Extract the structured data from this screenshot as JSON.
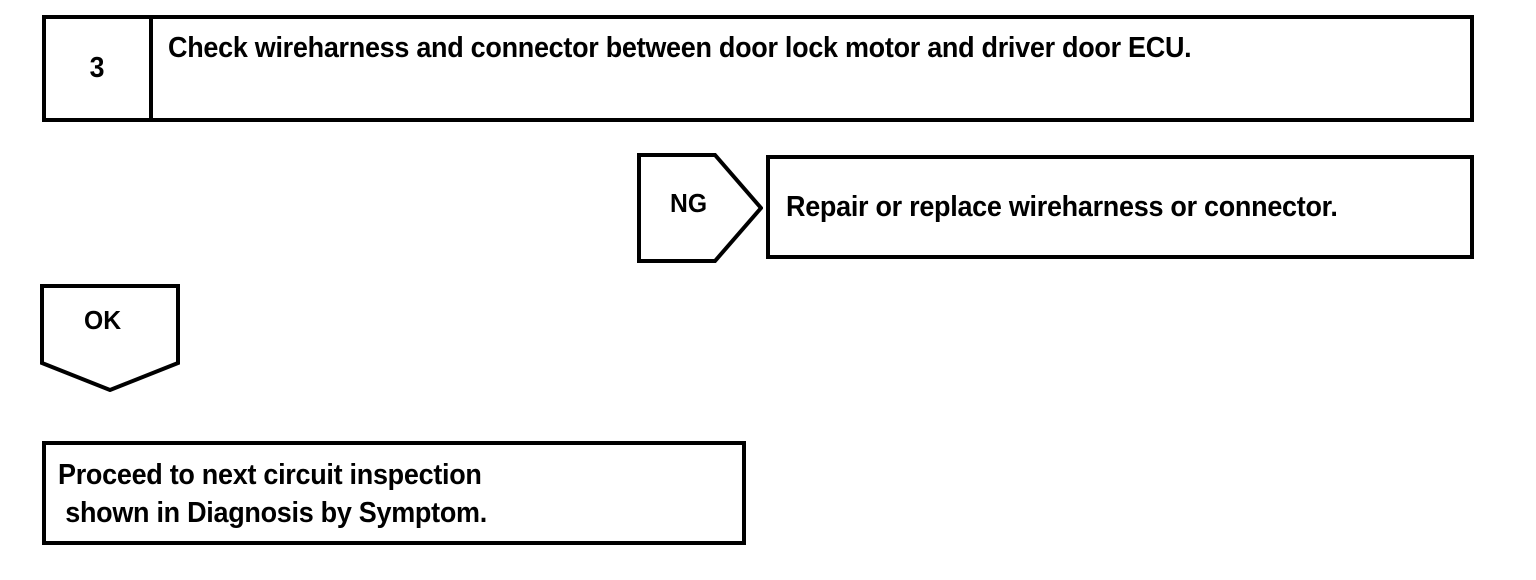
{
  "document": {
    "kind": "troubleshooting-flowchart",
    "background_color": "#ffffff",
    "line_color": "#000000"
  },
  "step": {
    "number": "3",
    "instruction": "Check wireharness and connector between door lock motor and driver door ECU."
  },
  "branches": {
    "ng": {
      "label": "NG",
      "shape": "pentagon-arrow-right",
      "result": "Repair or replace wireharness or connector."
    },
    "ok": {
      "label": "OK",
      "shape": "pentagon-arrow-down",
      "result_line_1": "Proceed to next circuit inspection",
      "result_line_2": " shown in Diagnosis by Symptom."
    }
  }
}
